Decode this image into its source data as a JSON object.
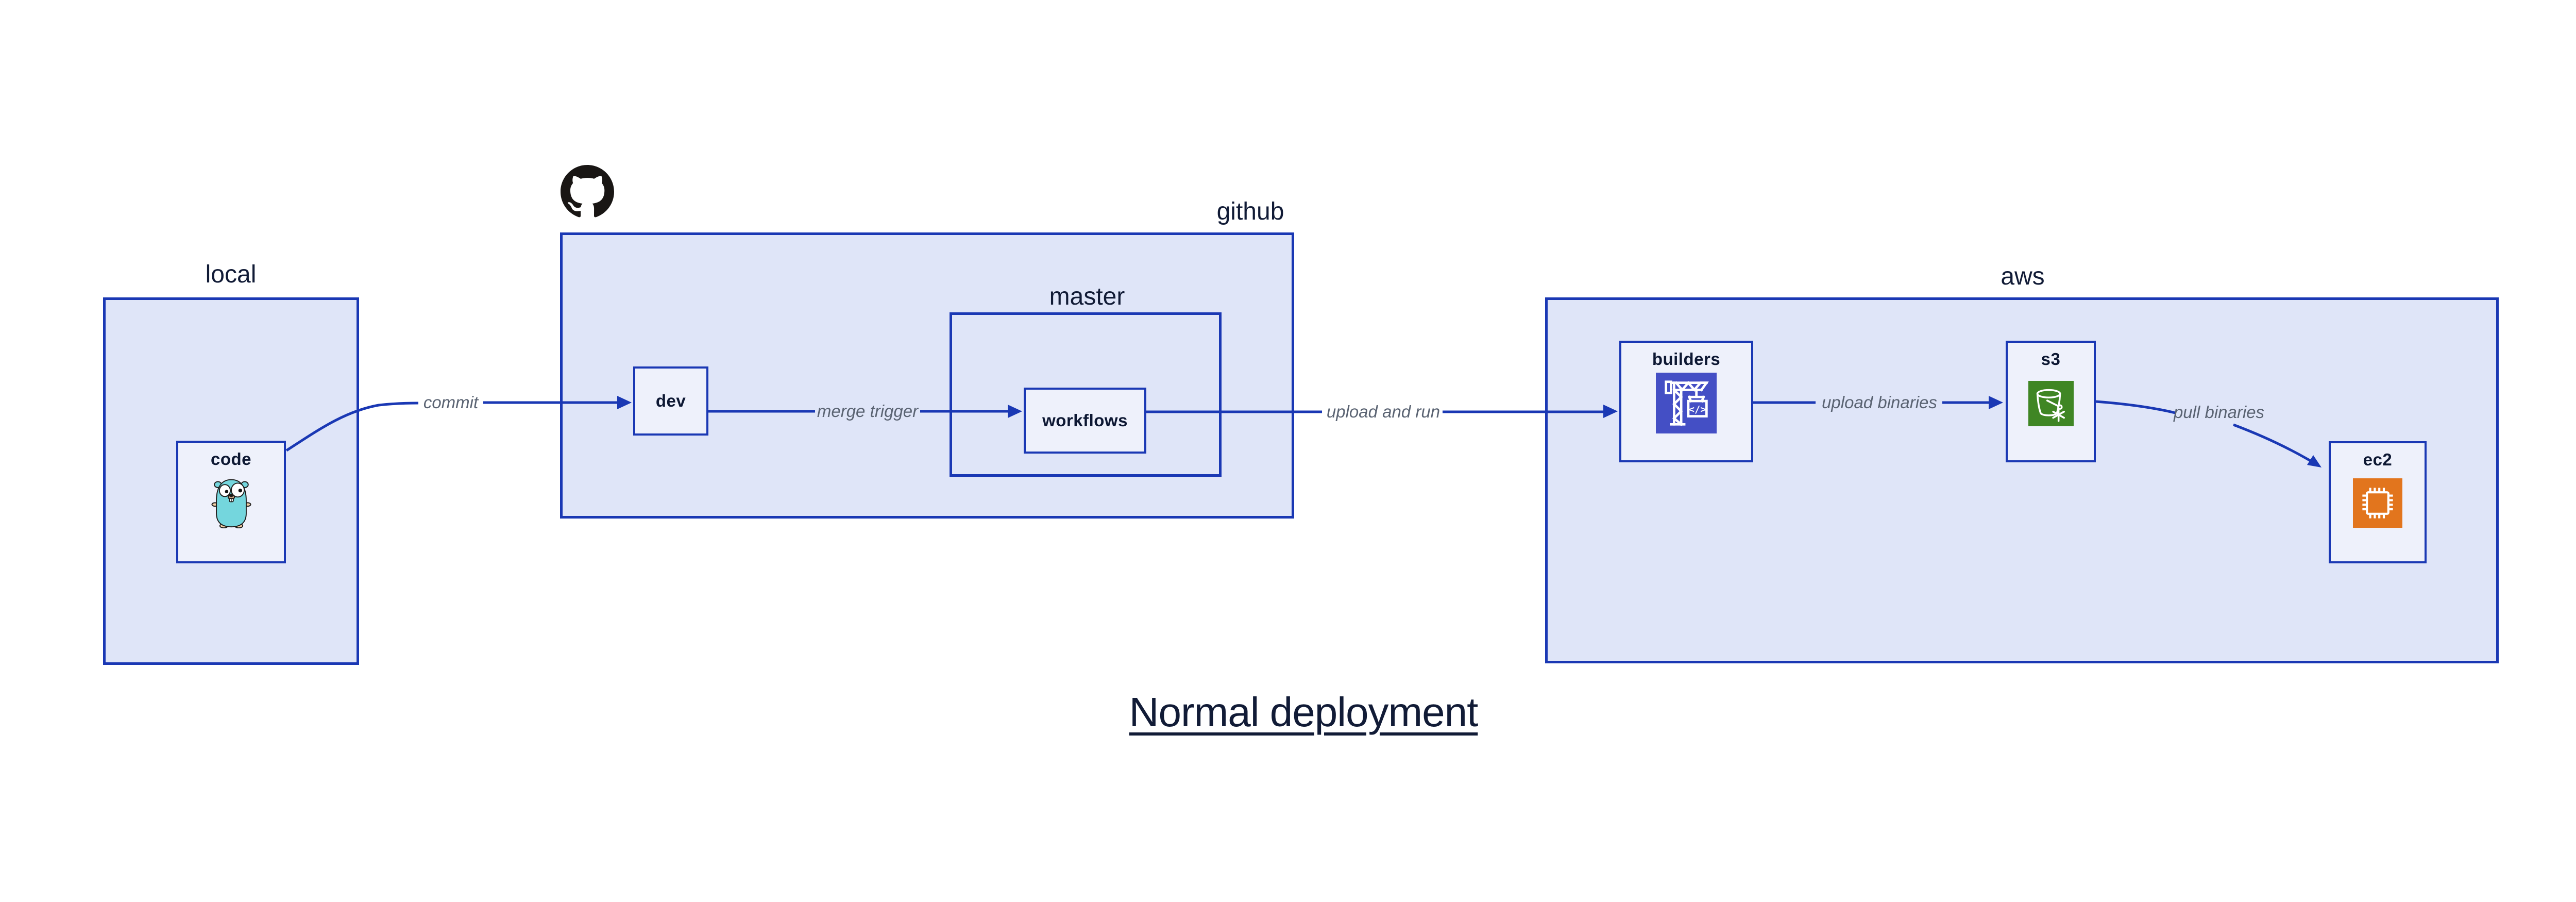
{
  "title": "Normal deployment",
  "containers": {
    "local": {
      "label": "local"
    },
    "github": {
      "label": "github"
    },
    "master": {
      "label": "master"
    },
    "aws": {
      "label": "aws"
    }
  },
  "nodes": {
    "code": {
      "label": "code",
      "icon": "go-gopher-icon"
    },
    "dev": {
      "label": "dev"
    },
    "workflows": {
      "label": "workflows"
    },
    "builders": {
      "label": "builders",
      "icon": "codebuild-crane-icon",
      "icon_text": "</>"
    },
    "s3": {
      "label": "s3",
      "icon": "s3-glacier-bucket-icon"
    },
    "ec2": {
      "label": "ec2",
      "icon": "ec2-chip-icon"
    }
  },
  "edges": [
    {
      "label": "commit",
      "from": "code",
      "to": "dev"
    },
    {
      "label": "merge trigger",
      "from": "dev",
      "to": "workflows"
    },
    {
      "label": "upload and run",
      "from": "workflows",
      "to": "builders"
    },
    {
      "label": "upload binaries",
      "from": "builders",
      "to": "s3"
    },
    {
      "label": "pull binaries",
      "from": "s3",
      "to": "ec2"
    }
  ],
  "icons": {
    "github_logo": "octocat-icon"
  },
  "colors": {
    "blue": "#1a38b4",
    "container-fill": "#dfe5f8",
    "node-fill": "#eef1fb",
    "text-dark": "#111b36",
    "edge-label": "#5a6372",
    "codebuild": "#444fc5",
    "s3green": "#3f8624",
    "ec2orange": "#e2751d",
    "github-black": "#191614",
    "gopher-teal": "#74d6dd",
    "gopher-skin": "#f2cfa5"
  }
}
